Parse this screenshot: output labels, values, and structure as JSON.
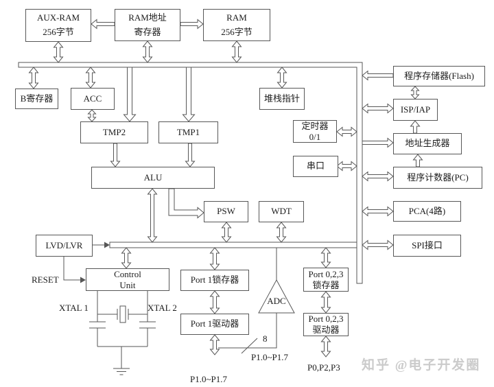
{
  "colors": {
    "line": "#565656",
    "text": "#1b1b1b",
    "watermark": "#cbcbcb",
    "bg": "#ffffff"
  },
  "blocks": {
    "aux_ram": "AUX-RAM\n256字节",
    "ram_addr": "RAM地址\n寄存器",
    "ram": "RAM\n256字节",
    "b_reg": "B寄存器",
    "acc": "ACC",
    "stack_ptr": "堆栈指针",
    "tmp2": "TMP2",
    "tmp1": "TMP1",
    "alu": "ALU",
    "timer": "定时器\n0/1",
    "serial": "串口",
    "psw": "PSW",
    "wdt": "WDT",
    "flash": "程序存储器(Flash)",
    "isp_iap": "ISP/IAP",
    "addr_gen": "地址生成器",
    "pc": "程序计数器(PC)",
    "pca": "PCA(4路)",
    "spi": "SPI接口",
    "lvd_lvr": "LVD/LVR",
    "control_unit": "Control\nUnit",
    "port1_latch": "Port 1锁存器",
    "port1_driver": "Port 1驱动器",
    "port023_latch": "Port 0,2,3\n锁存器",
    "port023_driver": "Port 0,2,3\n驱动器",
    "adc": "ADC"
  },
  "labels": {
    "reset": "RESET",
    "xtal1": "XTAL 1",
    "xtal2": "XTAL 2",
    "bus_width": "8",
    "p1_range_adc": "P1.0~P1.7",
    "p1_range_port": "P1.0~P1.7",
    "p023_pins": "P0,P2,P3"
  },
  "watermark": "知乎 @电子开发圈"
}
